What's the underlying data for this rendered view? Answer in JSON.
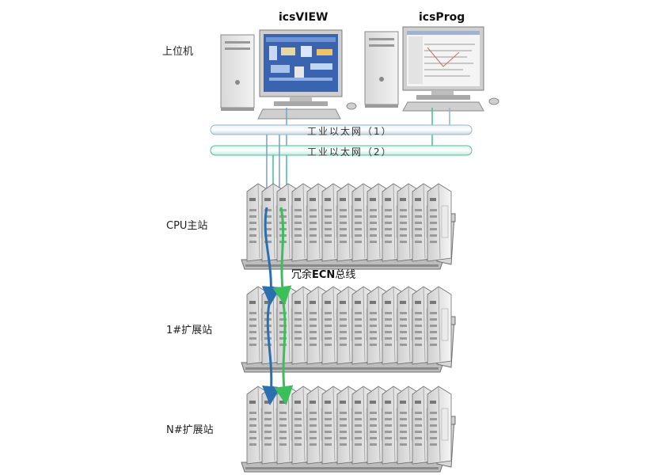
{
  "labels": {
    "host": "上位机",
    "cpu_station": "CPU主站",
    "ext1_station": "1#扩展站",
    "extN_station": "N#扩展站"
  },
  "software": {
    "view": "icsVIEW",
    "prog": "icsProg"
  },
  "networks": {
    "net1": "工业以太网（1）",
    "net2": "工业以太网（2）"
  },
  "ecn_bus": {
    "prefix": "冗余",
    "name": "ECN",
    "suffix": "总线"
  },
  "colors": {
    "net1_line": "#a9c4d4",
    "net2_line": "#59c7a7",
    "blue_link": "#2a6fb0",
    "green_link": "#3bbf5a",
    "rack_fill": "#e6e6e6",
    "rack_edge": "#6e6e6e"
  }
}
